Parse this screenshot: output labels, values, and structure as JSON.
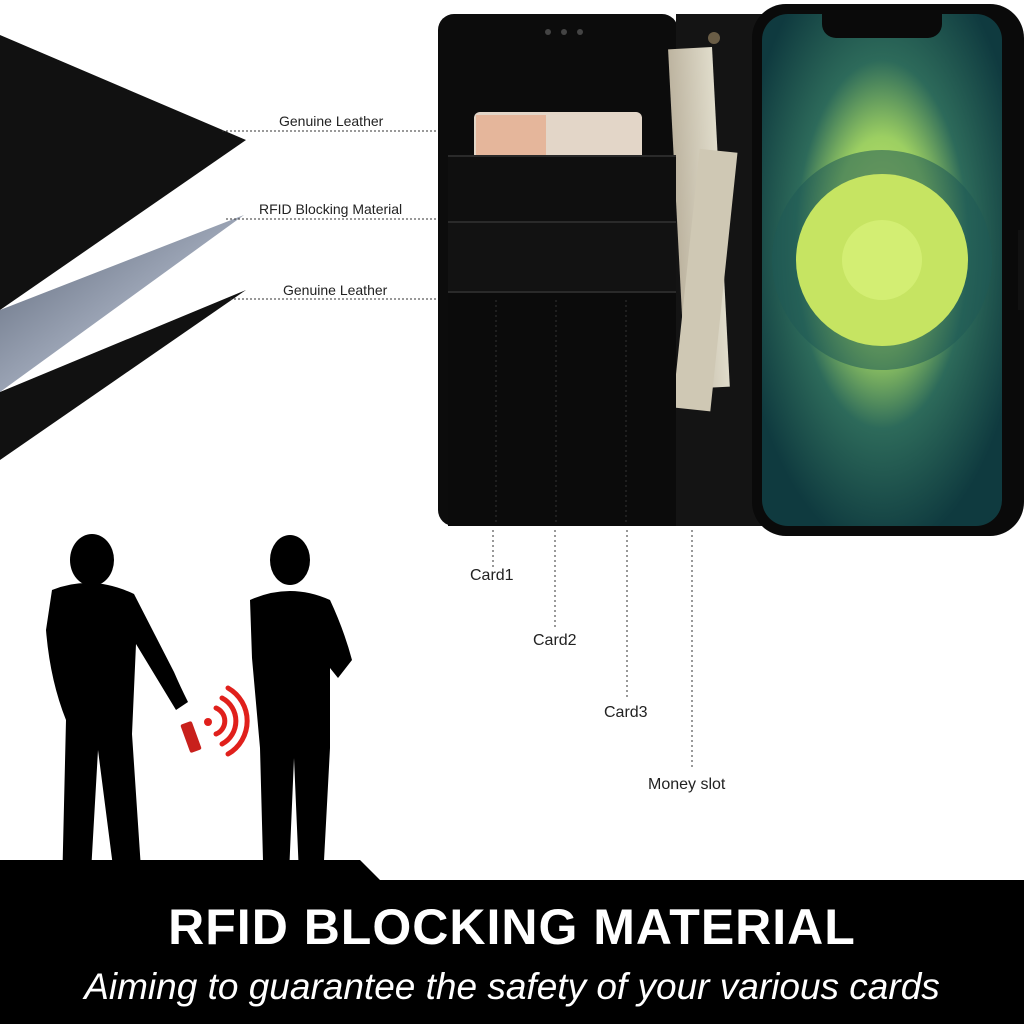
{
  "layers": {
    "top_label": "Genuine Leather",
    "middle_label": "RFID Blocking Material",
    "bottom_label": "Genuine Leather"
  },
  "slots": {
    "card1": "Card1",
    "card2": "Card2",
    "card3": "Card3",
    "money": "Money slot"
  },
  "banner": {
    "title": "RFID BLOCKING MATERIAL",
    "subtitle": "Aiming to guarantee the safety of your various cards"
  },
  "colors": {
    "leather": "#0d0d0d",
    "rfid_material": "#3a4150",
    "signal": "#e0201c",
    "screen_accent": "#c9e85a",
    "banner_bg": "#000000"
  },
  "icons": {
    "rfid_signal": "rfid-signal-icon"
  }
}
